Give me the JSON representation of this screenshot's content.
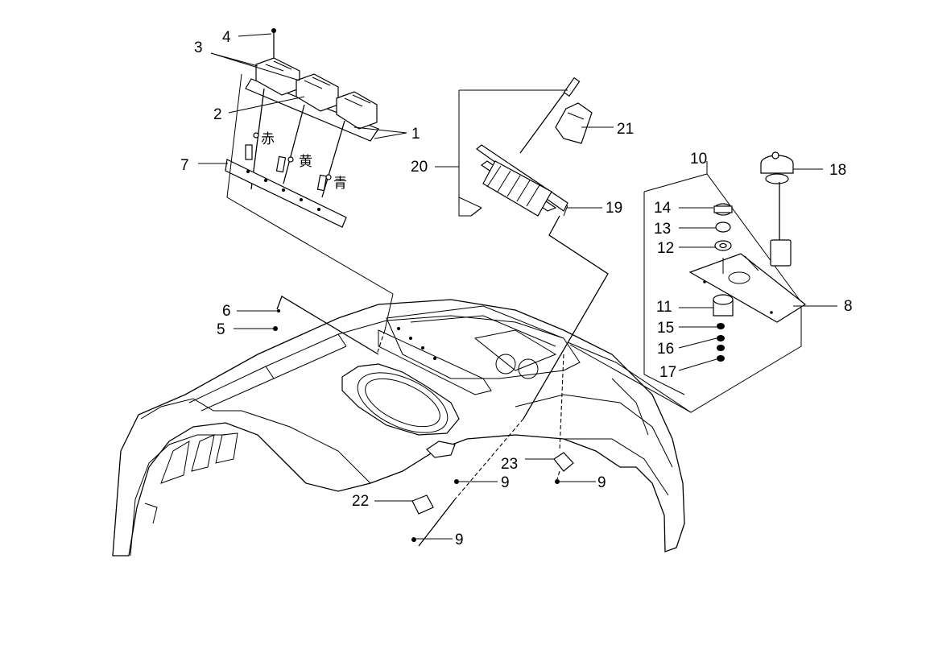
{
  "callouts": {
    "c1": "1",
    "c2": "2",
    "c3": "3",
    "c4": "4",
    "c5": "5",
    "c6": "6",
    "c7": "7",
    "c8": "8",
    "c9a": "9",
    "c9b": "9",
    "c9c": "9",
    "c10": "10",
    "c11": "11",
    "c12": "12",
    "c13": "13",
    "c14": "14",
    "c15": "15",
    "c16": "16",
    "c17": "17",
    "c18": "18",
    "c19": "19",
    "c20": "20",
    "c21": "21",
    "c22": "22",
    "c23": "23"
  },
  "wire_colors": {
    "red": "赤",
    "yellow": "黄",
    "blue": "青"
  }
}
